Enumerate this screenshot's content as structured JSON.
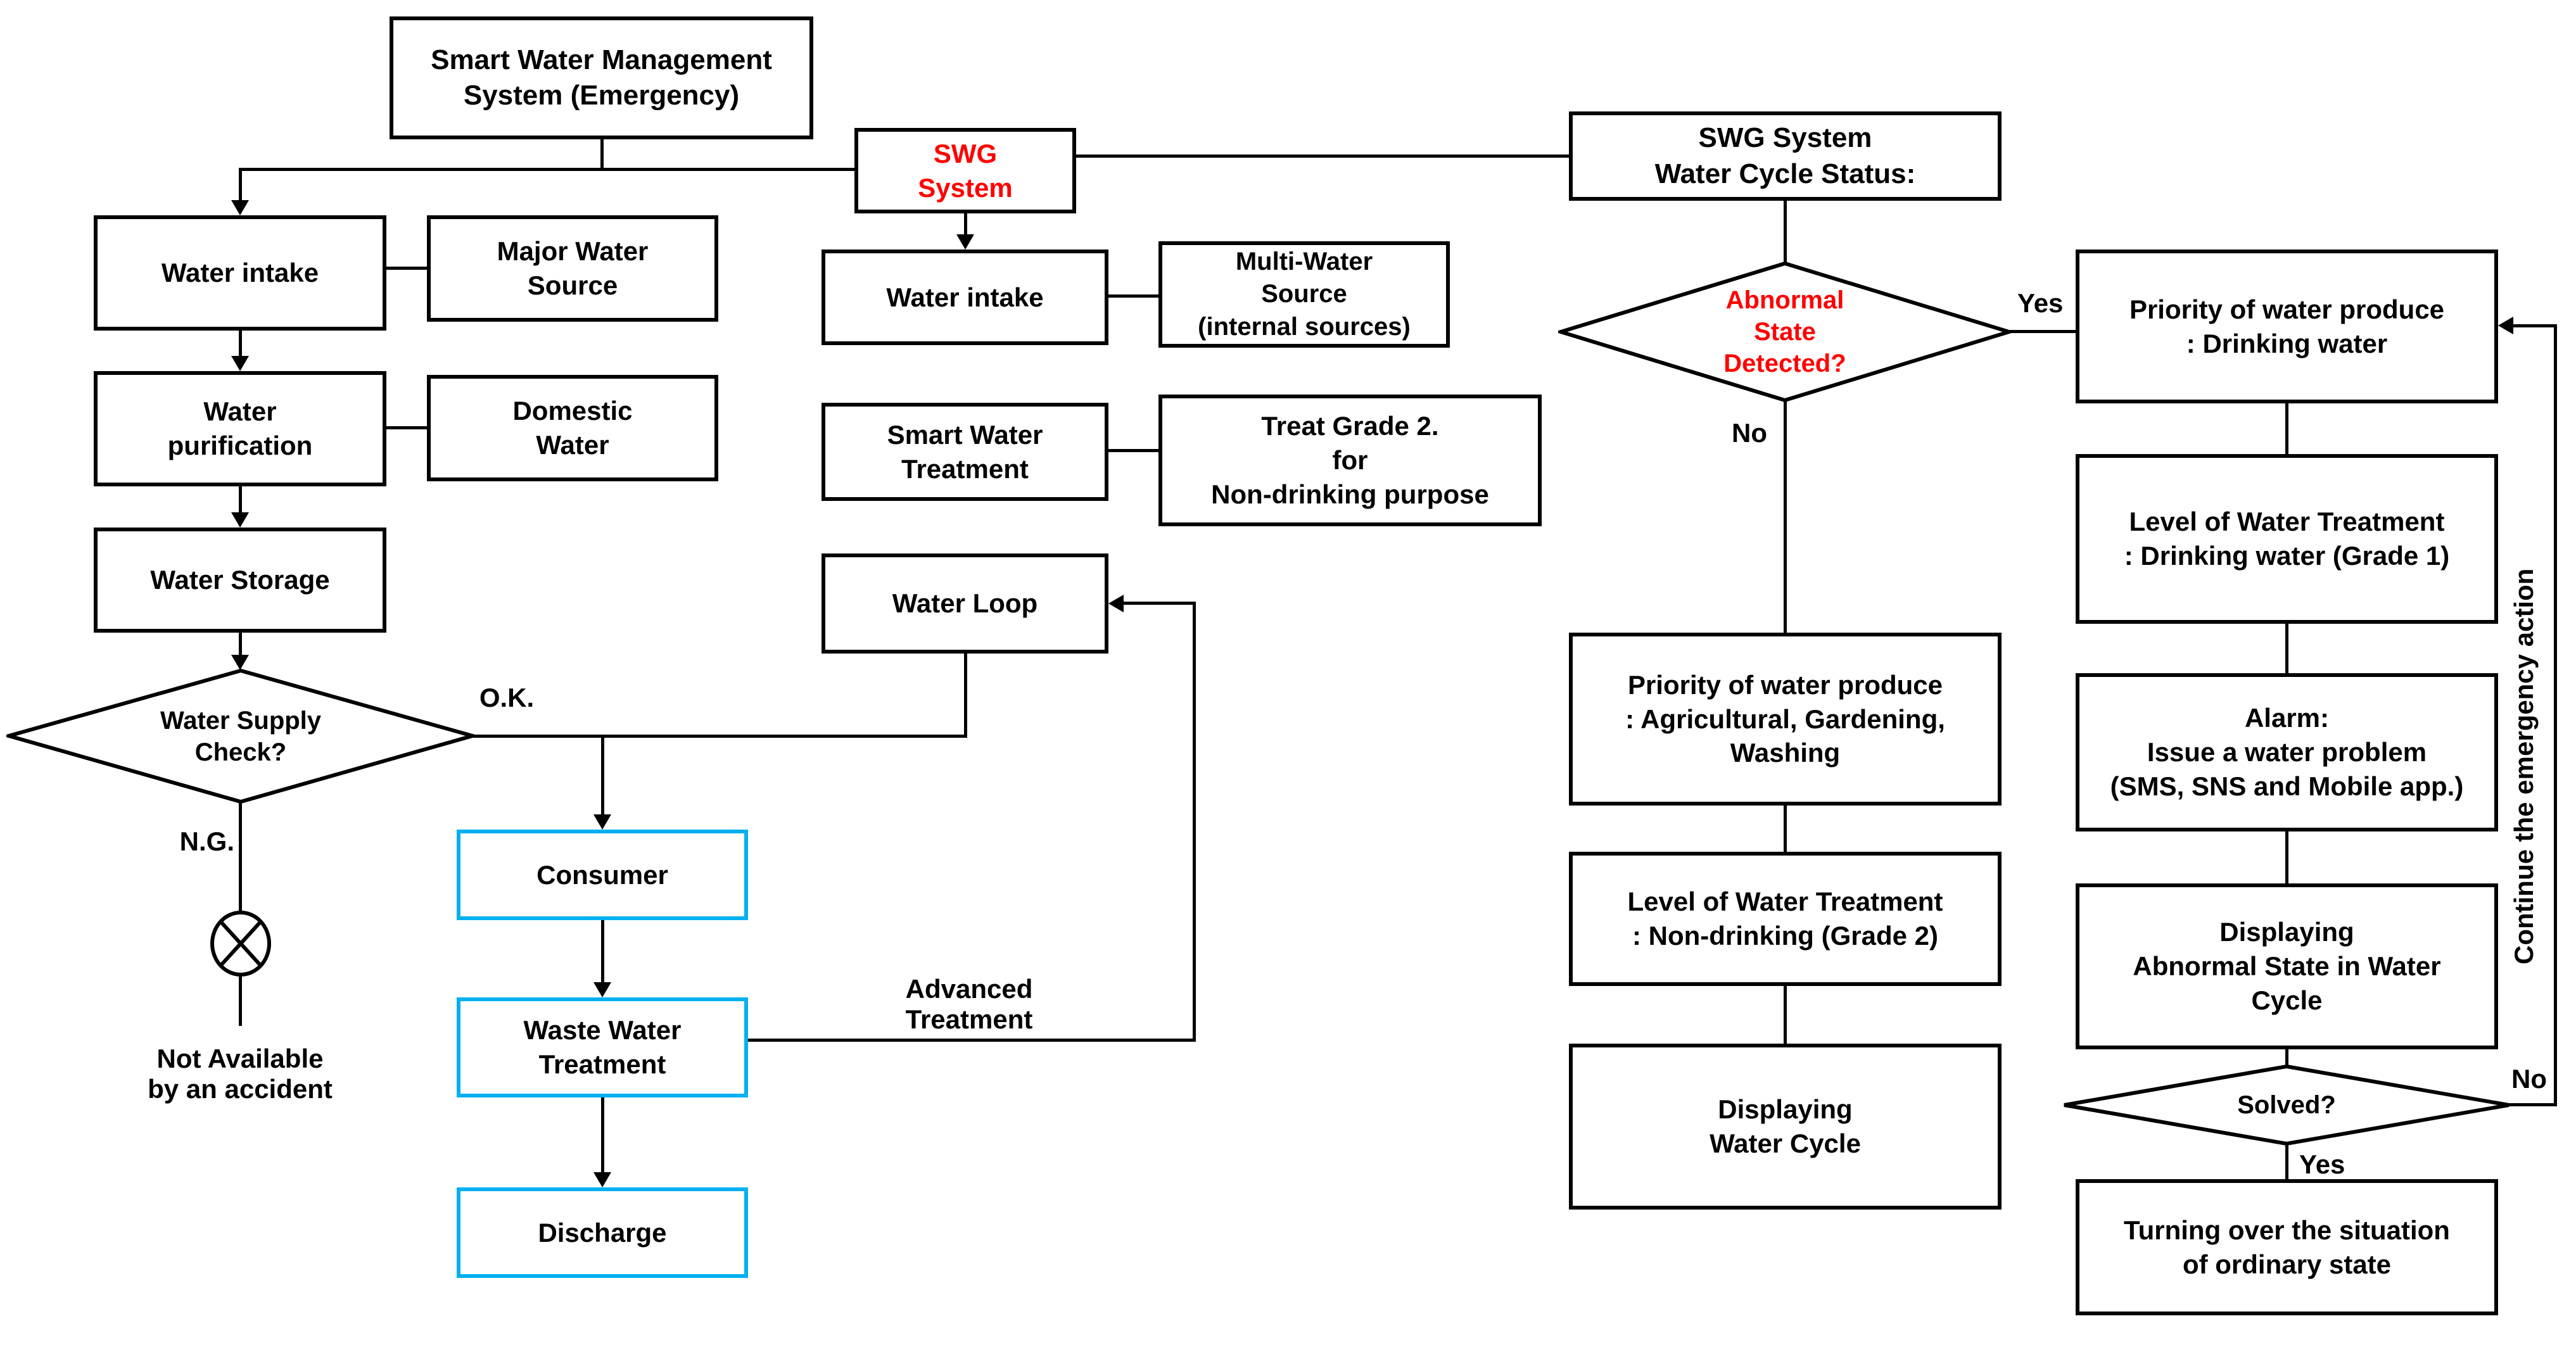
{
  "nodes": {
    "title": "Smart Water Management\nSystem (Emergency)",
    "swg_system": "SWG\nSystem",
    "swg_status": "SWG System\nWater Cycle Status:",
    "water_intake_left": "Water intake",
    "major_water_source": "Major Water\nSource",
    "water_purification": "Water\npurification",
    "domestic_water": "Domestic\nWater",
    "water_storage": "Water Storage",
    "water_supply_check": "Water Supply\nCheck?",
    "water_intake_mid": "Water intake",
    "multi_water_source": "Multi-Water\nSource\n(internal sources)",
    "smart_water_treatment": "Smart Water\nTreatment",
    "treat_grade2": "Treat Grade 2.\nfor\nNon-drinking purpose",
    "water_loop": "Water Loop",
    "consumer": "Consumer",
    "waste_water_treatment": "Waste Water\nTreatment",
    "discharge": "Discharge",
    "abnormal_state": "Abnormal\nState\nDetected?",
    "priority_agricultural": "Priority of water produce\n: Agricultural, Gardening,\nWashing",
    "level_non_drinking": "Level of Water Treatment\n: Non-drinking (Grade 2)",
    "displaying_water_cycle": "Displaying\nWater Cycle",
    "priority_drinking": "Priority of water produce\n: Drinking water",
    "level_drinking": "Level of Water Treatment\n: Drinking water (Grade 1)",
    "alarm": "Alarm:\nIssue a water problem\n(SMS, SNS and Mobile app.)",
    "displaying_abnormal": "Displaying\nAbnormal State in Water\nCycle",
    "solved": "Solved?",
    "turning_over": "Turning over the situation\nof ordinary state"
  },
  "labels": {
    "ok": "O.K.",
    "ng": "N.G.",
    "yes_abnormal": "Yes",
    "no_abnormal": "No",
    "yes_solved": "Yes",
    "no_solved": "No",
    "advanced_treatment": "Advanced\nTreatment",
    "not_available": "Not Available\nby an accident",
    "continue_emergency": "Continue the emergency action"
  },
  "colors": {
    "accent_cyan": "#00B0F0",
    "alert_red": "#FF0000",
    "line_black": "#000000",
    "background": "#FFFFFF"
  }
}
